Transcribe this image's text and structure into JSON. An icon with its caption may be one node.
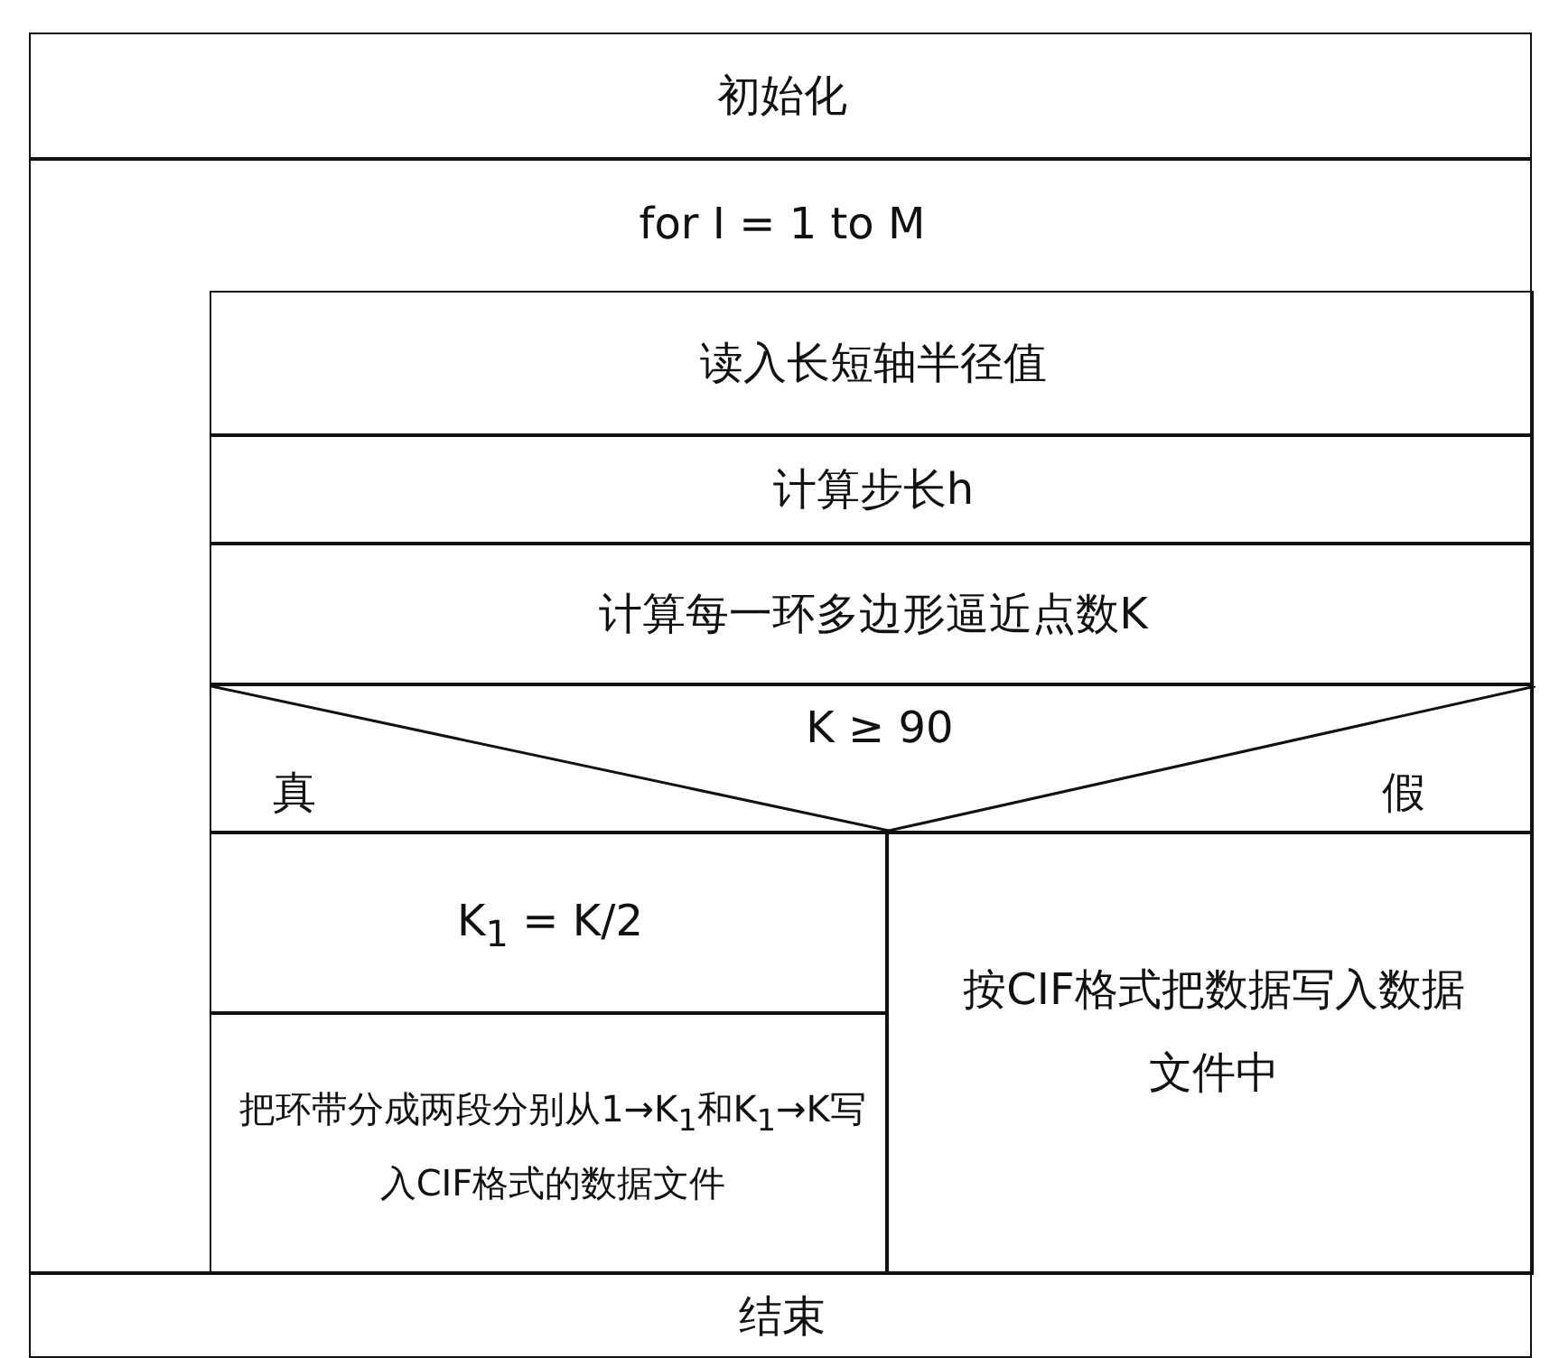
{
  "diagram": {
    "nodes": [
      {
        "text": [
          "初始化"
        ]
      },
      {
        "text": [
          "for I = 1 to M"
        ]
      },
      {
        "text": [
          "读入长短轴半径值"
        ],
        "in": 1
      },
      {
        "text": [
          "计算步长h"
        ],
        "in": 1
      },
      {
        "text": [
          "计算每一环多边形逼近点数K"
        ],
        "in": 1
      },
      {
        "text": [
          "K ≥ 90",
          "真",
          "假"
        ],
        "in": 1
      },
      {
        "text": [
          "K$_{1}$ = K/2"
        ],
        "in": 1
      },
      {
        "text": [
          "把环带分成两段分别从1→K$_{1}$和K$_{1}$→K写入CIF格式的数据文件"
        ],
        "in": 1
      },
      {
        "text": [
          "按CIF格式把数据写入数据文件中"
        ],
        "in": 1
      },
      {
        "text": [
          "结束"
        ]
      }
    ]
  }
}
